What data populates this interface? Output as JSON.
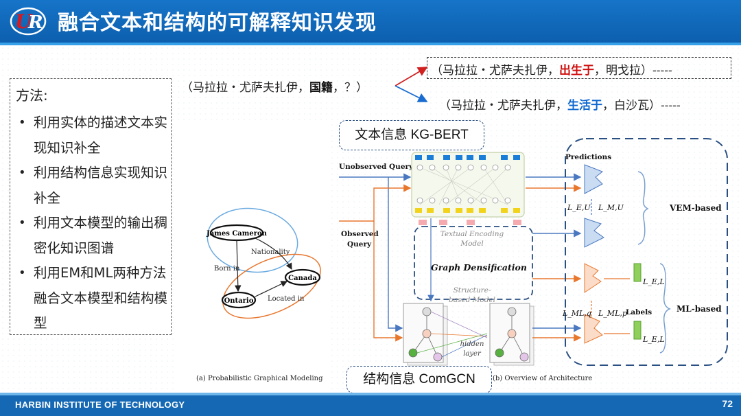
{
  "header": {
    "title": "融合文本和结构的可解释知识发现"
  },
  "method": {
    "title": "方法:",
    "items": [
      "利用实体的描述文本实现知识补全",
      "利用结构信息实现知识补全",
      "利用文本模型的输出稠密化知识图谱",
      "利用EM和ML两种方法融合文本模型和结构模型"
    ]
  },
  "triples": {
    "query_prefix": "（马拉拉・尤萨夫扎伊，",
    "query_relation": "国籍",
    "query_suffix": "，？）",
    "t1_prefix": "（马拉拉・尤萨夫扎伊，",
    "t1_relation": "出生于",
    "t1_suffix": "，明戈拉）-----",
    "t2_prefix": "（马拉拉・尤萨夫扎伊，",
    "t2_relation": "生活于",
    "t2_suffix": "，白沙瓦）-----"
  },
  "tags": {
    "text_info": "文本信息  KG-BERT",
    "struct_info": "结构信息  ComGCN"
  },
  "graph_model": {
    "node1": "James Cameron",
    "node2": "Canada",
    "node3": "Ontario",
    "edge1": "Nationality",
    "edge2": "Born in",
    "edge3": "Located in",
    "caption": "(a) Probabilistic Graphical Modeling"
  },
  "architecture": {
    "unobserved_query": "Unobserved Query",
    "observed_query": "Observed Query",
    "textual_encoding": "Textual Encoding Model",
    "graph_densification": "Graph Densification",
    "structure_based": "Structure-based Model",
    "hidden_layer": "hidden layer",
    "predictions": "Predictions",
    "labels": "Labels",
    "vem_based": "VEM-based",
    "ml_based": "ML-based",
    "caption": "(b) Overview of Architecture"
  },
  "footer": {
    "institution": "HARBIN INSTITUTE OF TECHNOLOGY",
    "page": "72"
  },
  "colors": {
    "header_blue": "#1674c8",
    "footer_blue": "#1468b4",
    "relation_red": "#d01010",
    "relation_blue": "#1068d0"
  }
}
